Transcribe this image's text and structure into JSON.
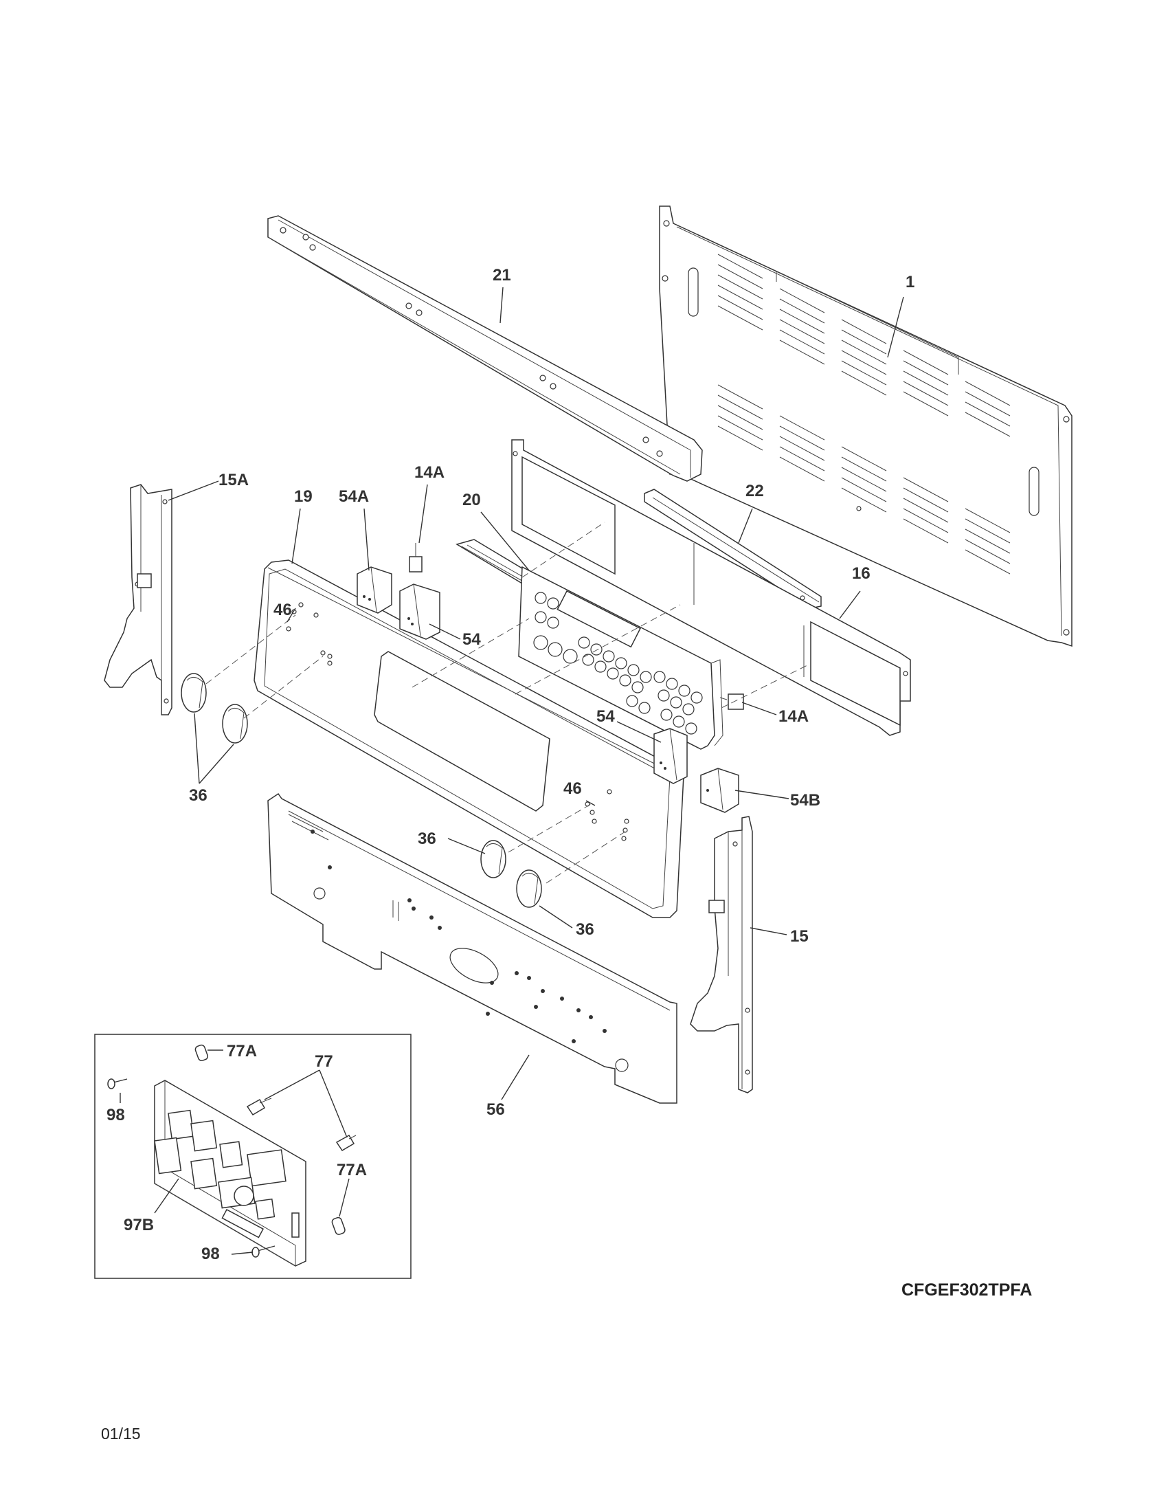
{
  "diagram": {
    "model": "CFGEF302TPFA",
    "date_code": "01/15",
    "callouts": {
      "c1": "1",
      "c21": "21",
      "c22": "22",
      "c16": "16",
      "c20": "20",
      "c19": "19",
      "c15A": "15A",
      "c54A": "54A",
      "c14A_top": "14A",
      "c54_top": "54",
      "c46_left": "46",
      "c36_left": "36",
      "c54_mid": "54",
      "c14A_right": "14A",
      "c46_mid": "46",
      "c54B": "54B",
      "c36_mid": "36",
      "c36_bottom": "36",
      "c15": "15",
      "c56": "56"
    },
    "inset": {
      "c77A_top": "77A",
      "c77": "77",
      "c98_left": "98",
      "c97B": "97B",
      "c77A_bottom": "77A",
      "c98_bottom": "98"
    }
  }
}
